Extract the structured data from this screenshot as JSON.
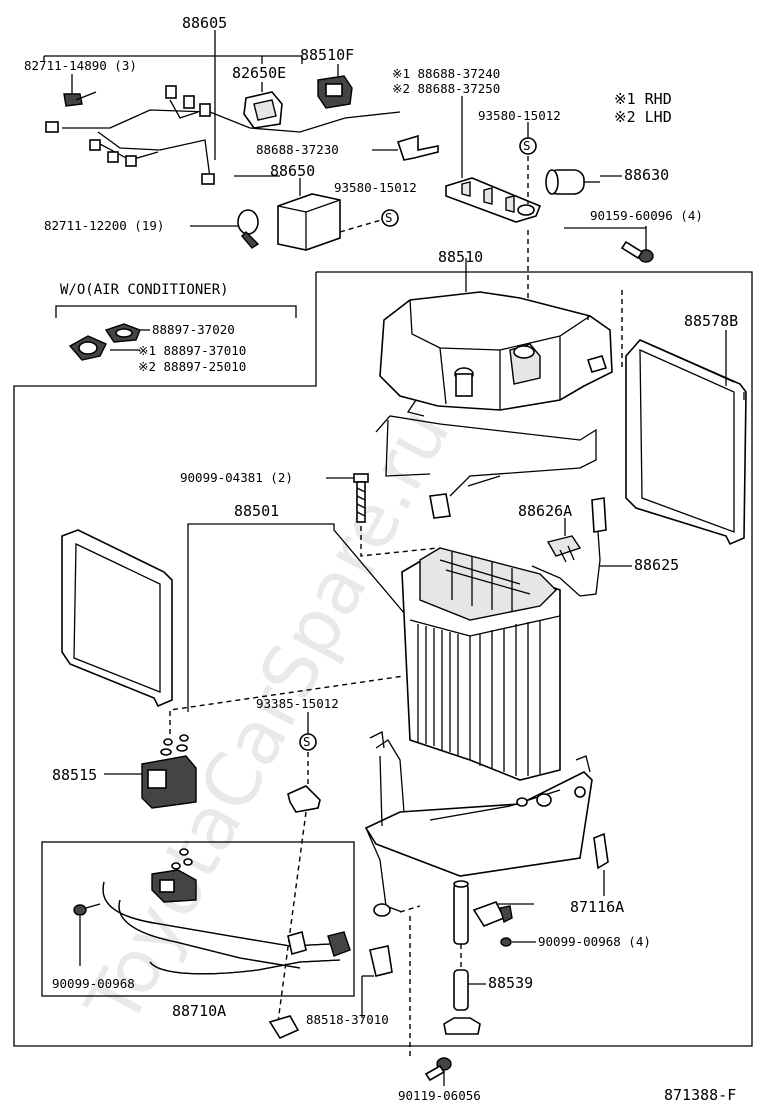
{
  "watermark": "ToyotaCarSpare.ru",
  "legend": {
    "rhd": "※1 RHD",
    "lhd": "※2 LHD"
  },
  "wo_box_title": "W/O(AIR CONDITIONER)",
  "diagram_code": "871388-F",
  "labels": {
    "p88605": "88605",
    "p82711_14890": "82711-14890 (3)",
    "p82650E": "82650E",
    "p88510F": "88510F",
    "p88688_37240": "※1 88688-37240",
    "p88688_37250": "※2 88688-37250",
    "p93580_15012_top": "93580-15012",
    "p88688_37230": "88688-37230",
    "p88650": "88650",
    "p93580_15012": "93580-15012",
    "p88630": "88630",
    "p82711_12200": "82711-12200 (19)",
    "p90159_60096": "90159-60096 (4)",
    "p88510": "88510",
    "p88897_37020": "88897-37020",
    "p88897_37010": "※1 88897-37010",
    "p88897_25010": "※2 88897-25010",
    "p88578B": "88578B",
    "p90099_04381": "90099-04381 (2)",
    "p88501": "88501",
    "p88626A": "88626A",
    "p88625": "88625",
    "p93385_15012": "93385-15012",
    "p88515": "88515",
    "p87116A": "87116A",
    "p90099_00968_4": "90099-00968 (4)",
    "p90099_00968": "90099-00968",
    "p88539": "88539",
    "p88710A": "88710A",
    "p88518_37010": "88518-37010",
    "p90119_06056": "90119-06056"
  }
}
